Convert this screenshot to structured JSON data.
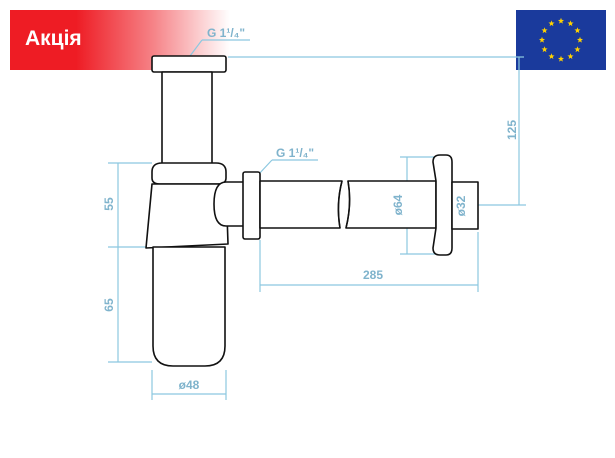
{
  "badge": {
    "label": "Акція",
    "color": "#ee1c24"
  },
  "flag": {
    "background": "#1a3a9c",
    "star_color": "#ffd200",
    "icon": "eu-flag-icon"
  },
  "labels": {
    "top_thread": "G 1¹/₄\"",
    "side_thread": "G 1¹/₄\"",
    "dim_125": "125",
    "dim_55": "55",
    "dim_65": "65",
    "dim_285": "285",
    "dim_d64": "ø64",
    "dim_d32": "ø32",
    "dim_d48": "ø48"
  },
  "colors": {
    "dimension": "#8cc8e0",
    "outline": "#111111"
  }
}
